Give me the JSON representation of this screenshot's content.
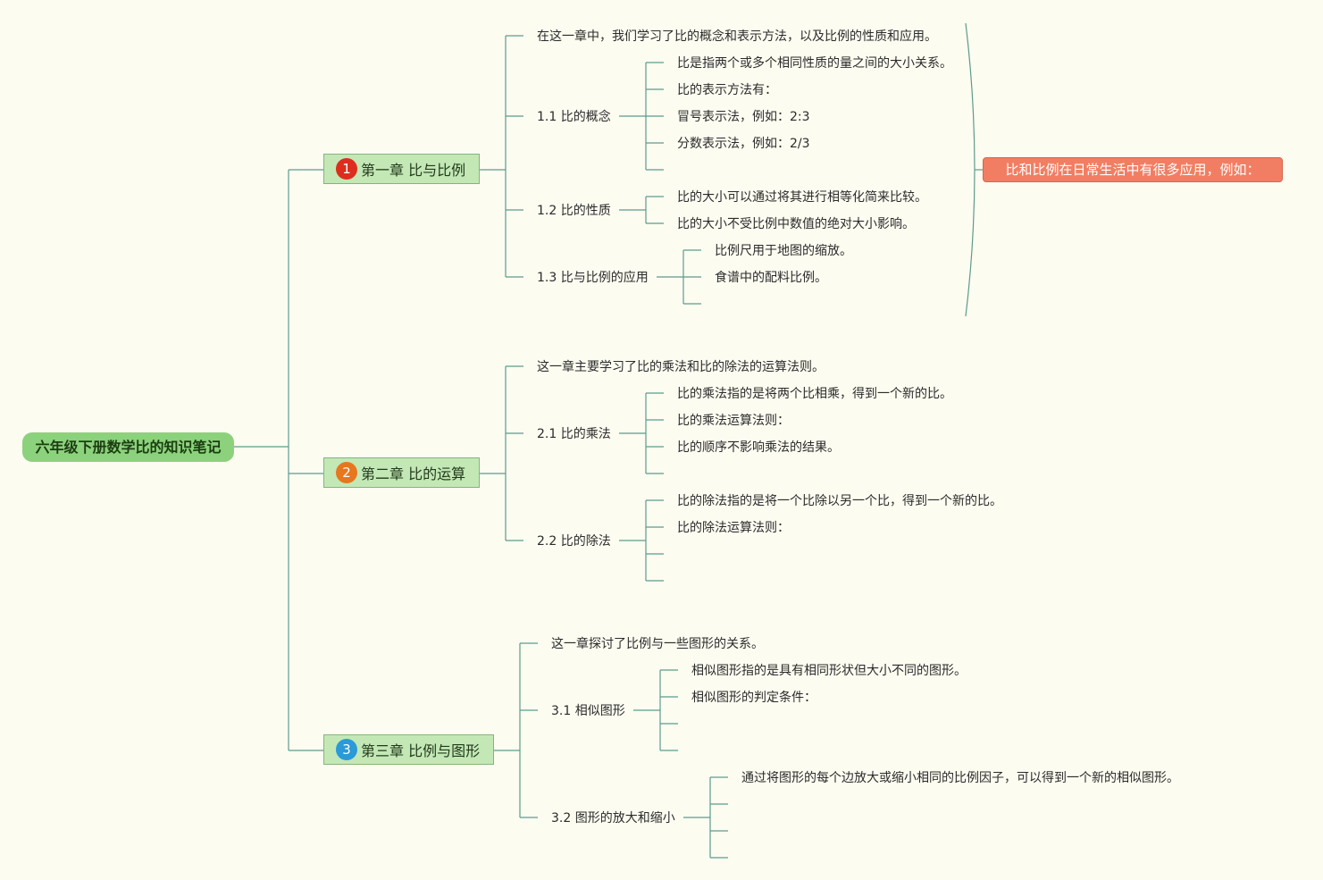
{
  "root": {
    "label": "六年级下册数学比的知识笔记"
  },
  "chapters": [
    {
      "number": "1",
      "badge_color": "#dd2d1e",
      "label": "第一章 比与比例",
      "intro": "在这一章中，我们学习了比的概念和表示方法，以及比例的性质和应用。",
      "sections": [
        {
          "label": "1.1 比的概念",
          "items": [
            "比是指两个或多个相同性质的量之间的大小关系。",
            "比的表示方法有：",
            "冒号表示法，例如：2:3",
            "分数表示法，例如：2/3",
            ""
          ]
        },
        {
          "label": "1.2 比的性质",
          "items": [
            "比的大小可以通过将其进行相等化简来比较。",
            "比的大小不受比例中数值的绝对大小影响。"
          ]
        },
        {
          "label": "1.3 比与比例的应用",
          "items": [
            "比例尺用于地图的缩放。",
            "食谱中的配料比例。",
            ""
          ]
        }
      ]
    },
    {
      "number": "2",
      "badge_color": "#e8761f",
      "label": "第二章 比的运算",
      "intro": "这一章主要学习了比的乘法和比的除法的运算法则。",
      "sections": [
        {
          "label": "2.1 比的乘法",
          "items": [
            "比的乘法指的是将两个比相乘，得到一个新的比。",
            "比的乘法运算法则：",
            "比的顺序不影响乘法的结果。",
            ""
          ]
        },
        {
          "label": "2.2 比的除法",
          "items": [
            "比的除法指的是将一个比除以另一个比，得到一个新的比。",
            "比的除法运算法则：",
            "",
            ""
          ]
        }
      ]
    },
    {
      "number": "3",
      "badge_color": "#2b9ad6",
      "label": "第三章 比例与图形",
      "intro": "这一章探讨了比例与一些图形的关系。",
      "sections": [
        {
          "label": "3.1 相似图形",
          "items": [
            "相似图形指的是具有相同形状但大小不同的图形。",
            "相似图形的判定条件：",
            "",
            ""
          ]
        },
        {
          "label": "3.2 图形的放大和缩小",
          "items": [
            "通过将图形的每个边放大或缩小相同的比例因子，可以得到一个新的相似图形。",
            "",
            "",
            ""
          ]
        }
      ]
    }
  ],
  "callout": {
    "label": "比和比例在日常生活中有很多应用，例如：",
    "color": "#f17e63"
  },
  "line_color": "#5d9b8c"
}
